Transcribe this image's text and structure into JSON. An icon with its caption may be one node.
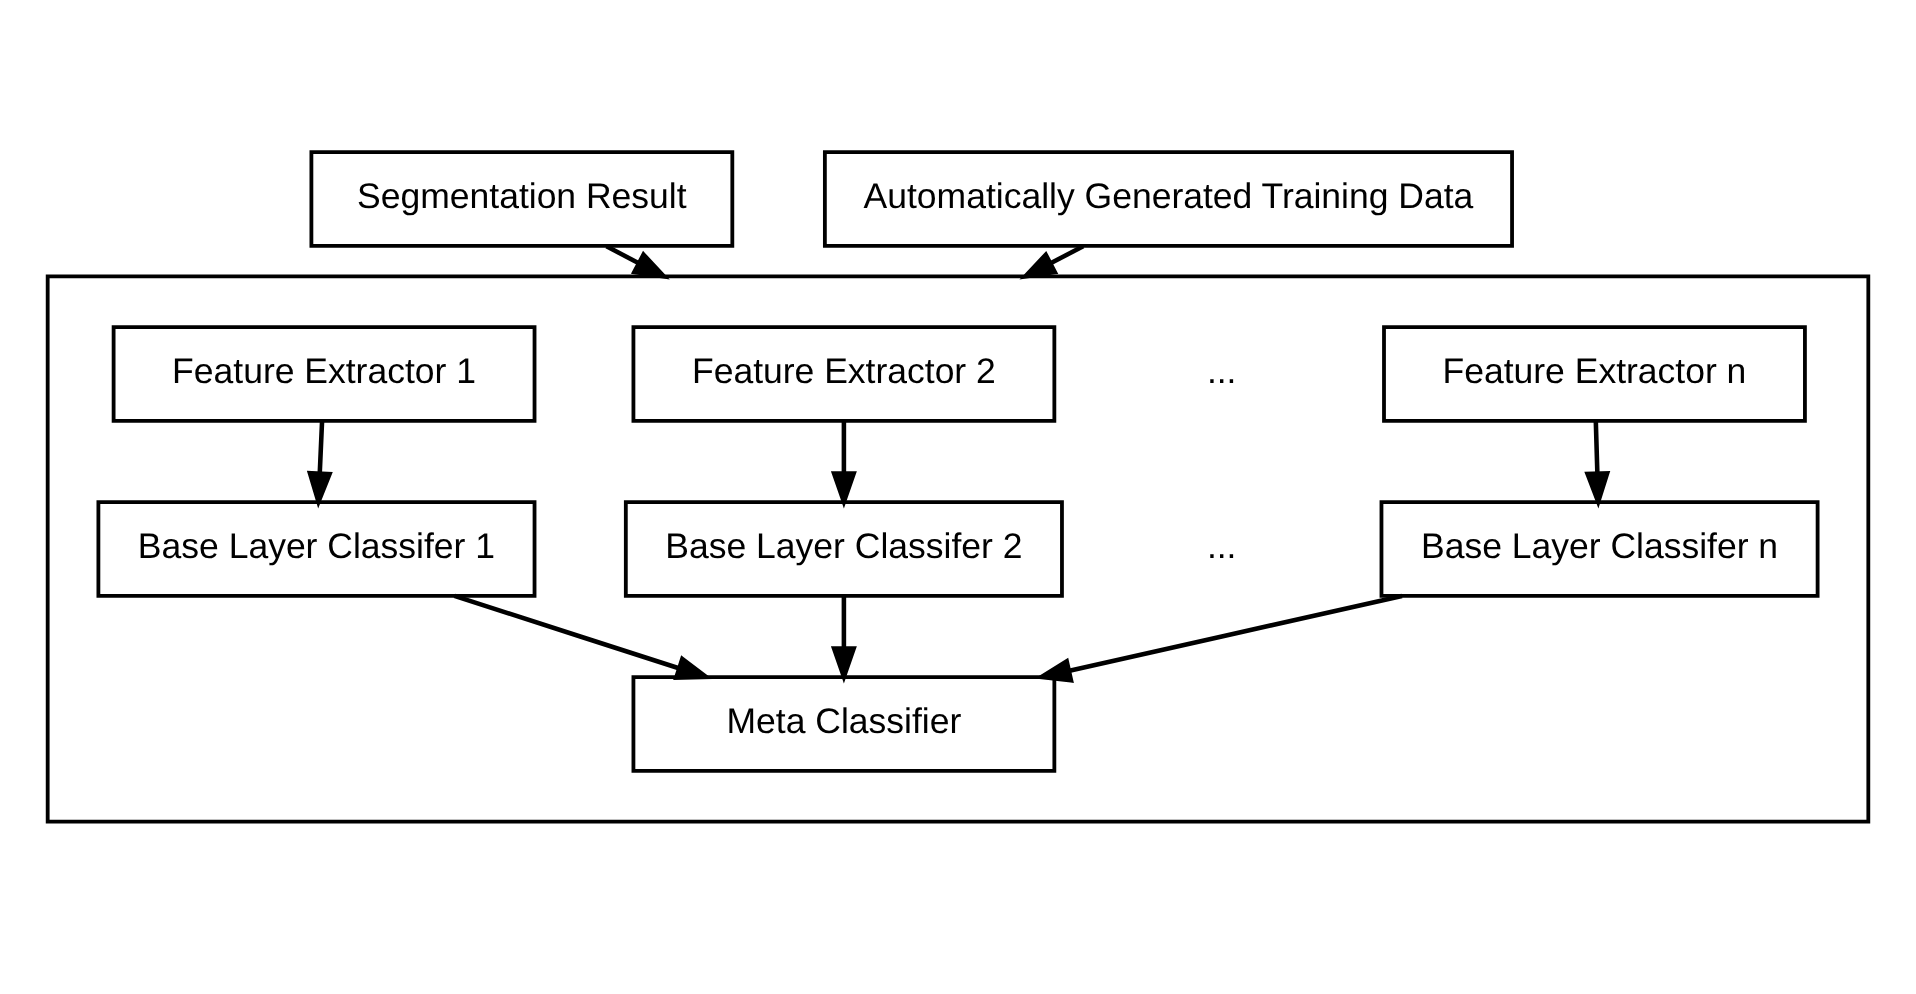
{
  "diagram": {
    "nodes": [
      {
        "text": [
          "Segmentation Result"
        ]
      },
      {
        "text": [
          "Automatically Generated Training Data"
        ]
      },
      {
        "text": [],
        "shape": "box"
      },
      {
        "text": [
          "Feature Extractor 1"
        ],
        "in": 2
      },
      {
        "text": [
          "Feature Extractor 2"
        ],
        "in": 2
      },
      {
        "text": [
          "Feature Extractor n"
        ],
        "in": 2
      },
      {
        "text": [
          "Base Layer Classifer 1"
        ],
        "in": 2
      },
      {
        "text": [
          "Base Layer Classifer 2"
        ],
        "in": 2
      },
      {
        "text": [
          "Base Layer Classifer n"
        ],
        "in": 2
      },
      {
        "text": [
          "Meta Classifier"
        ],
        "in": 2
      }
    ],
    "edges": [
      {
        "from": 0,
        "to": 2,
        "arrow": "to"
      },
      {
        "from": 1,
        "to": 2,
        "arrow": "to"
      },
      {
        "from": 3,
        "to": 6,
        "arrow": "to"
      },
      {
        "from": 4,
        "to": 7,
        "arrow": "to"
      },
      {
        "from": 5,
        "to": 8,
        "arrow": "to"
      },
      {
        "from": 6,
        "to": 9,
        "arrow": "to"
      },
      {
        "from": 7,
        "to": 9,
        "arrow": "to"
      },
      {
        "from": 8,
        "to": 9,
        "arrow": "to"
      }
    ],
    "labels": [
      "...",
      "..."
    ]
  }
}
